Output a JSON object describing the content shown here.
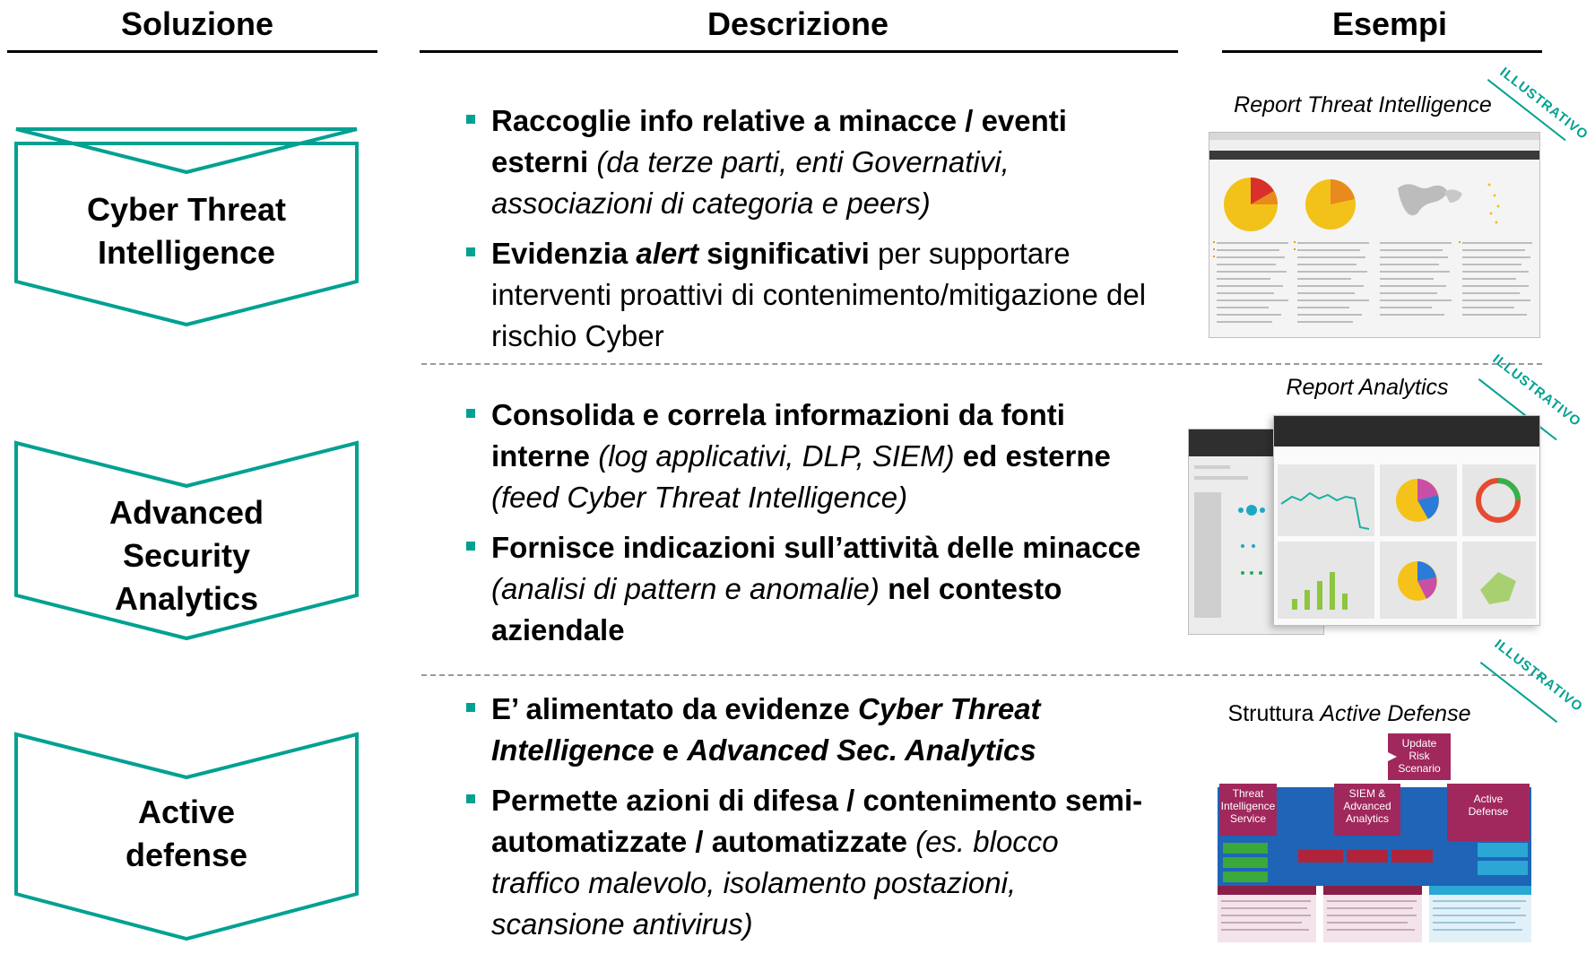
{
  "headers": {
    "solution": "Soluzione",
    "description": "Descrizione",
    "examples": "Esempi"
  },
  "accent_color": "#00a191",
  "stamp_text": "ILLUSTRATIVO",
  "rows": [
    {
      "solution": [
        "Cyber Threat",
        "Intelligence"
      ],
      "example_caption": "Report Threat Intelligence",
      "bullets": [
        [
          {
            "t": "Raccoglie info relative a minacce / eventi esterni",
            "s": "b"
          },
          {
            "t": " (da terze parti, enti Governativi, associazioni di categoria e peers)",
            "s": "i"
          }
        ],
        [
          {
            "t": "Evidenzia ",
            "s": "b"
          },
          {
            "t": "alert",
            "s": "bi"
          },
          {
            "t": " significativi",
            "s": "b"
          },
          {
            "t": " per supportare interventi proattivi di contenimento/mitigazione del rischio Cyber",
            "s": ""
          }
        ]
      ]
    },
    {
      "solution": [
        "Advanced",
        "Security",
        "Analytics"
      ],
      "example_caption": "Report Analytics",
      "bullets": [
        [
          {
            "t": "Consolida e correla  informazioni da fonti interne",
            "s": "b"
          },
          {
            "t": " (log applicativi, DLP, SIEM) ",
            "s": "i"
          },
          {
            "t": "ed esterne",
            "s": "b"
          },
          {
            "t": " (feed Cyber Threat Intelligence)",
            "s": "i"
          }
        ],
        [
          {
            "t": "Fornisce indicazioni sull’attività delle minacce",
            "s": "b"
          },
          {
            "t": " (analisi di pattern e anomalie)",
            "s": "i"
          },
          {
            "t": " nel contesto aziendale",
            "s": "b"
          }
        ]
      ]
    },
    {
      "solution": [
        "Active",
        "defense"
      ],
      "example_caption_prefix": "Struttura ",
      "example_caption": "Active Defense",
      "bullets": [
        [
          {
            "t": "E’ alimentato da evidenze ",
            "s": "b"
          },
          {
            "t": "Cyber  Threat Intelligence",
            "s": "bi"
          },
          {
            "t": " e ",
            "s": "b"
          },
          {
            "t": "Advanced Sec. Analytics",
            "s": "bi"
          }
        ],
        [
          {
            "t": "Permette azioni di difesa / contenimento semi-automatizzate / automatizzate",
            "s": "b"
          },
          {
            "t": " (es. blocco traffico malevolo, isolamento postazioni, scansione antivirus)",
            "s": "i"
          }
        ]
      ]
    }
  ],
  "diagram": {
    "update": [
      "Update",
      "Risk",
      "Scenario"
    ],
    "threat": [
      "Threat",
      "Intelligence",
      "Service"
    ],
    "siem": [
      "SIEM &",
      "Advanced",
      "Analytics"
    ],
    "active": [
      "Active",
      "Defense"
    ]
  }
}
